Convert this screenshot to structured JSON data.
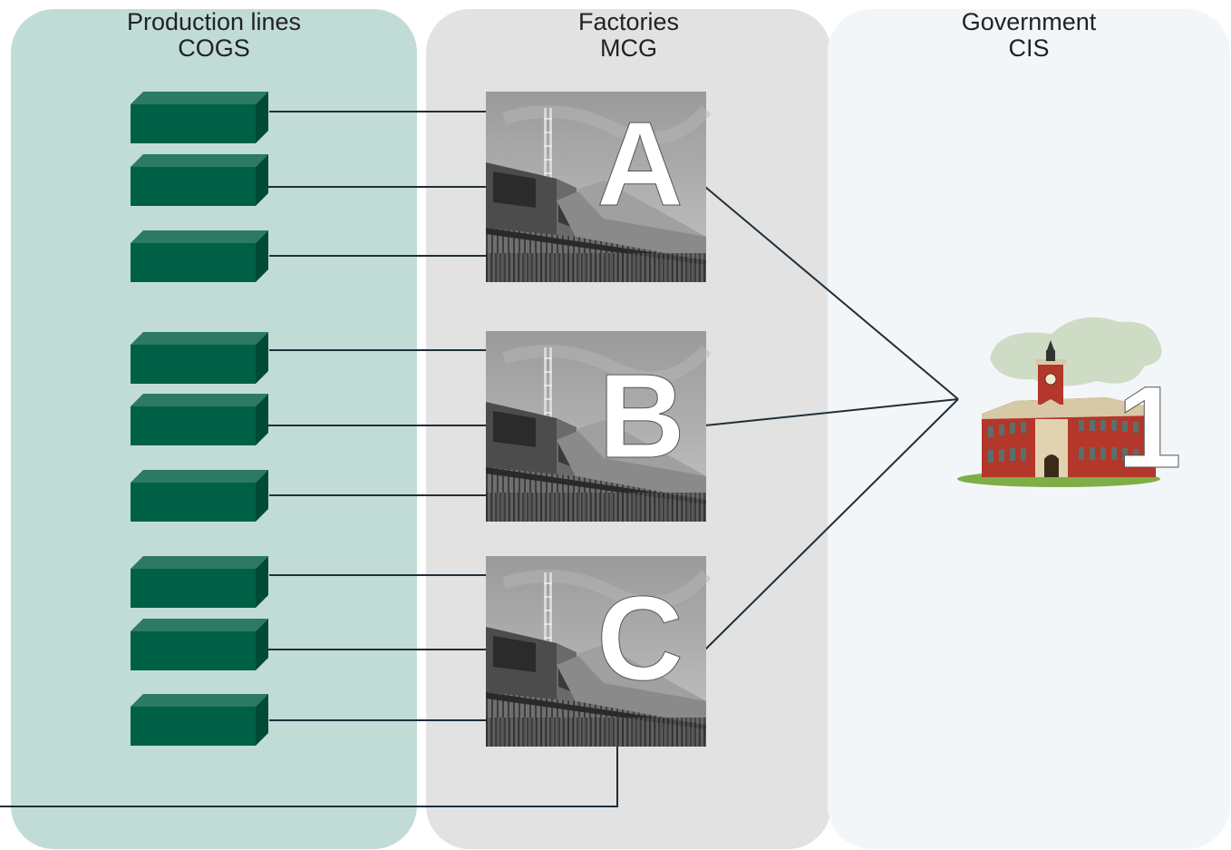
{
  "panels": [
    {
      "id": "production-lines",
      "title": "Production lines",
      "subtitle": "COGS"
    },
    {
      "id": "factories",
      "title": "Factories",
      "subtitle": "MCG"
    },
    {
      "id": "government",
      "title": "Government",
      "subtitle": "CIS"
    }
  ],
  "factories": [
    {
      "label": "A"
    },
    {
      "label": "B"
    },
    {
      "label": "C"
    }
  ],
  "government_node": {
    "label": "1"
  },
  "colors": {
    "production_panel": "#c1dcd6",
    "factories_panel": "#e2e2e2",
    "government_panel": "#f3f6f9",
    "box_front": "#006046",
    "box_top": "#2d7a62",
    "box_side": "#014a36",
    "connector": "#1f2f3a"
  }
}
